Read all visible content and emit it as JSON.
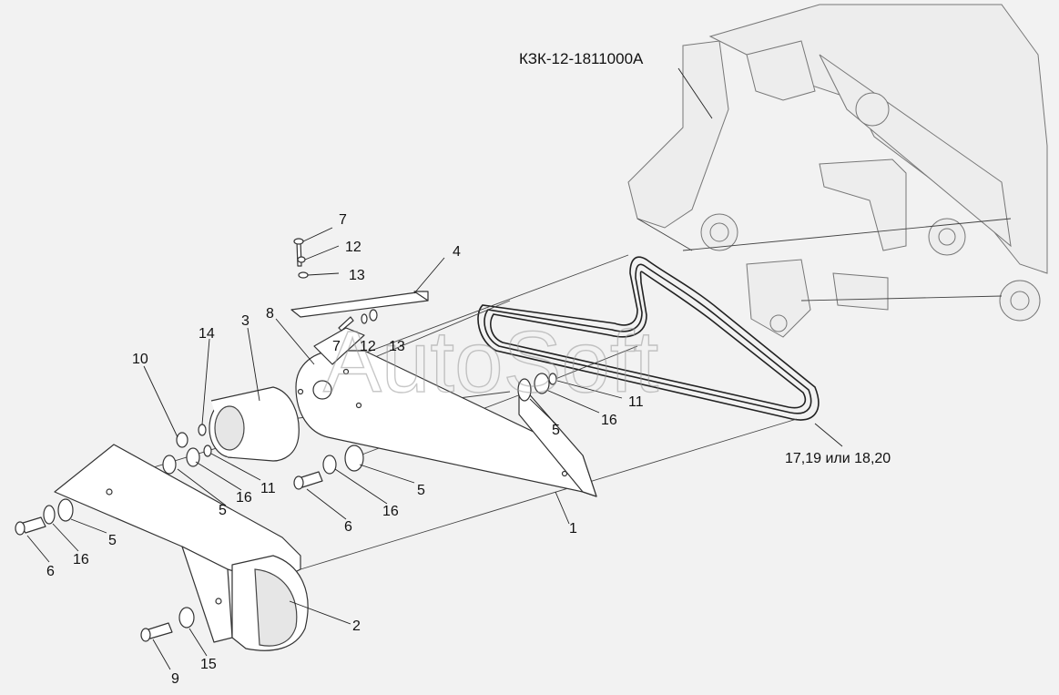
{
  "drawing": {
    "assembly_code": "КЗК-12-1811000А",
    "watermark": "AutoSoft",
    "belt_label": "17,19 или 18,20",
    "callouts": {
      "p1": "1",
      "p2": "2",
      "p3": "3",
      "p4": "4",
      "p5a": "5",
      "p5b": "5",
      "p5c": "5",
      "p5d": "5",
      "p6a": "6",
      "p6b": "6",
      "p7a": "7",
      "p7b": "7",
      "p8": "8",
      "p9": "9",
      "p10": "10",
      "p11a": "11",
      "p11b": "11",
      "p12a": "12",
      "p12b": "12",
      "p13a": "13",
      "p13b": "13",
      "p14": "14",
      "p15": "15",
      "p16a": "16",
      "p16b": "16",
      "p16c": "16",
      "p16d": "16"
    }
  }
}
